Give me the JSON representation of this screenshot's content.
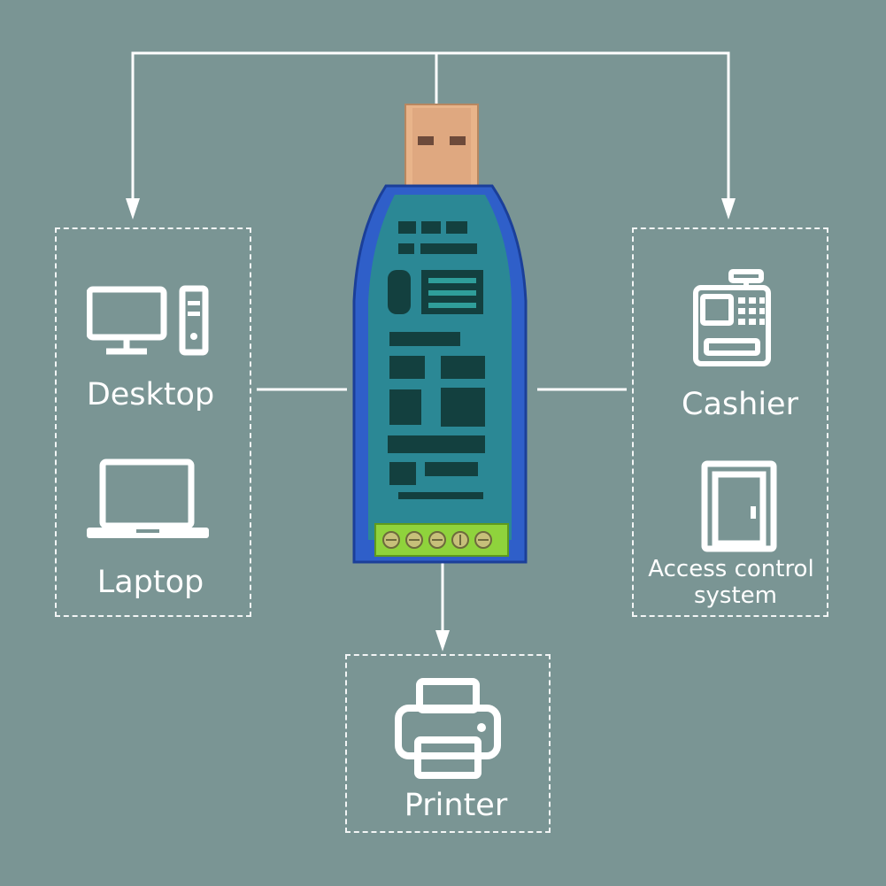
{
  "diagram": {
    "background_color": "#7a9594",
    "line_color": "#ffffff",
    "center_device": "usb-to-rs485-converter",
    "left_group": {
      "items": [
        {
          "label": "Desktop",
          "icon": "desktop-computer-icon"
        },
        {
          "label": "Laptop",
          "icon": "laptop-icon"
        }
      ]
    },
    "right_group": {
      "items": [
        {
          "label": "Cashier",
          "icon": "cash-register-icon"
        },
        {
          "label_line1": "Access control",
          "label_line2": "system",
          "icon": "door-icon"
        }
      ]
    },
    "bottom_group": {
      "items": [
        {
          "label": "Printer",
          "icon": "printer-icon"
        }
      ]
    }
  }
}
